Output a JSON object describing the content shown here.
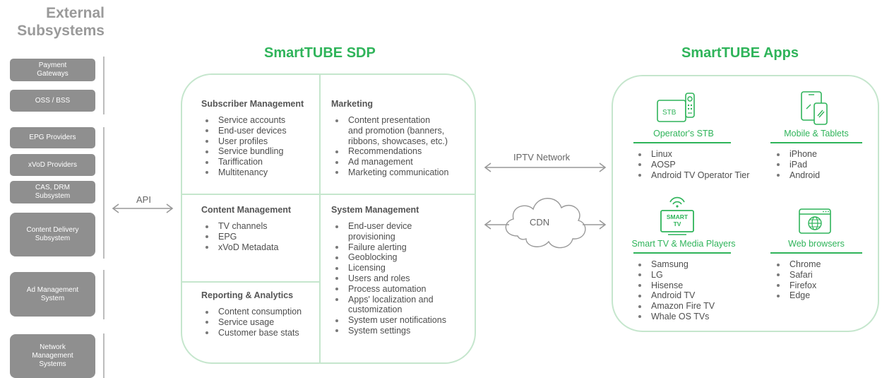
{
  "external": {
    "title": "External\nSubsystems",
    "group1": [
      "Payment\nGateways",
      "OSS / BSS"
    ],
    "group2": [
      "EPG Providers",
      "xVoD Providers",
      "CAS, DRM\nSubsystem",
      "Content Delivery\nSubsystem"
    ],
    "group3": [
      "Ad Management\nSystem"
    ],
    "group4": [
      "Network\nManagement\nSystems"
    ]
  },
  "sdp": {
    "title": "SmartTUBE SDP",
    "subscriber": {
      "title": "Subscriber Management",
      "items": [
        "Service accounts",
        "End-user devices",
        "User profiles",
        "Service bundling",
        "Tariffication",
        "Multitenancy"
      ]
    },
    "marketing": {
      "title": "Marketing",
      "items": [
        "Content presentation\nand promotion (banners,\nribbons, showcases, etc.)",
        "Recommendations",
        "Ad management",
        "Marketing communication"
      ]
    },
    "content": {
      "title": "Content Management",
      "items": [
        "TV channels",
        "EPG",
        "xVoD Metadata"
      ]
    },
    "system": {
      "title": "System Management",
      "items": [
        "End-user device\nprovisioning",
        "Failure alerting",
        "Geoblocking",
        "Licensing",
        "Users and roles",
        "Process automation",
        "Apps' localization and\ncustomization",
        "System user notifications",
        "System settings"
      ]
    },
    "reporting": {
      "title": "Reporting & Analytics",
      "items": [
        "Content consumption",
        "Service usage",
        "Customer base stats"
      ]
    }
  },
  "connectors": {
    "api": "API",
    "iptv": "IPTV Network",
    "cdn": "CDN"
  },
  "apps": {
    "title": "SmartTUBE Apps",
    "stb": {
      "label": "Operator's STB",
      "icon_text": "STB",
      "icon": "set-top-box-icon",
      "items": [
        "Linux",
        "AOSP",
        "Android TV Operator Tier"
      ]
    },
    "mobile": {
      "label": "Mobile & Tablets",
      "icon": "mobile-tablet-icon",
      "items": [
        "iPhone",
        "iPad",
        "Android"
      ]
    },
    "smarttv": {
      "label": "Smart TV & Media Players",
      "icon_text": "SMART\nTV",
      "icon": "smart-tv-icon",
      "items": [
        "Samsung",
        "LG",
        "Hisense",
        "Android TV",
        "Amazon Fire TV",
        "Whale OS TVs"
      ]
    },
    "web": {
      "label": "Web browsers",
      "icon": "web-browser-icon",
      "items": [
        "Chrome",
        "Safari",
        "Firefox",
        "Edge"
      ]
    }
  },
  "colors": {
    "accent": "#2fb45a",
    "box_border": "#c5e6cd",
    "ext_button": "#8f8f8f",
    "text_gray": "#4b4b4b"
  }
}
